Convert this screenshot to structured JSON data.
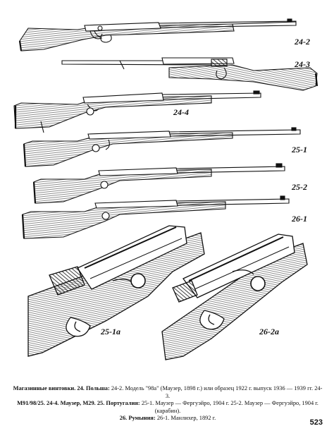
{
  "figures": {
    "rifles": [
      {
        "label": "24-2"
      },
      {
        "label": "24-3"
      },
      {
        "label": "24-4"
      },
      {
        "label": "25-1"
      },
      {
        "label": "25-2"
      },
      {
        "label": "26-1"
      }
    ],
    "details": [
      {
        "label": "25-1а"
      },
      {
        "label": "26-2а"
      }
    ]
  },
  "caption": {
    "line1_lead": "Магазинные винтовки. 24. Польша:",
    "line1_rest": " 24-2. Модель \"98а\" (Маузер, 1898 г.) или образец 1922 г. выпуск 1936 — 1939 гг. 24-3.",
    "line2_lead": "M91/98/25. 24-4. Маузер, M29. 25. Португалия:",
    "line2_rest": " 25-1. Маузер — Фергуэйро, 1904 г. 25-2. Маузер — Фергуэйро, 1904 г. (карабин).",
    "line3_lead": "26. Румыния:",
    "line3_rest": " 26-1. Манлихер, 1892 г."
  },
  "page_number": "523"
}
